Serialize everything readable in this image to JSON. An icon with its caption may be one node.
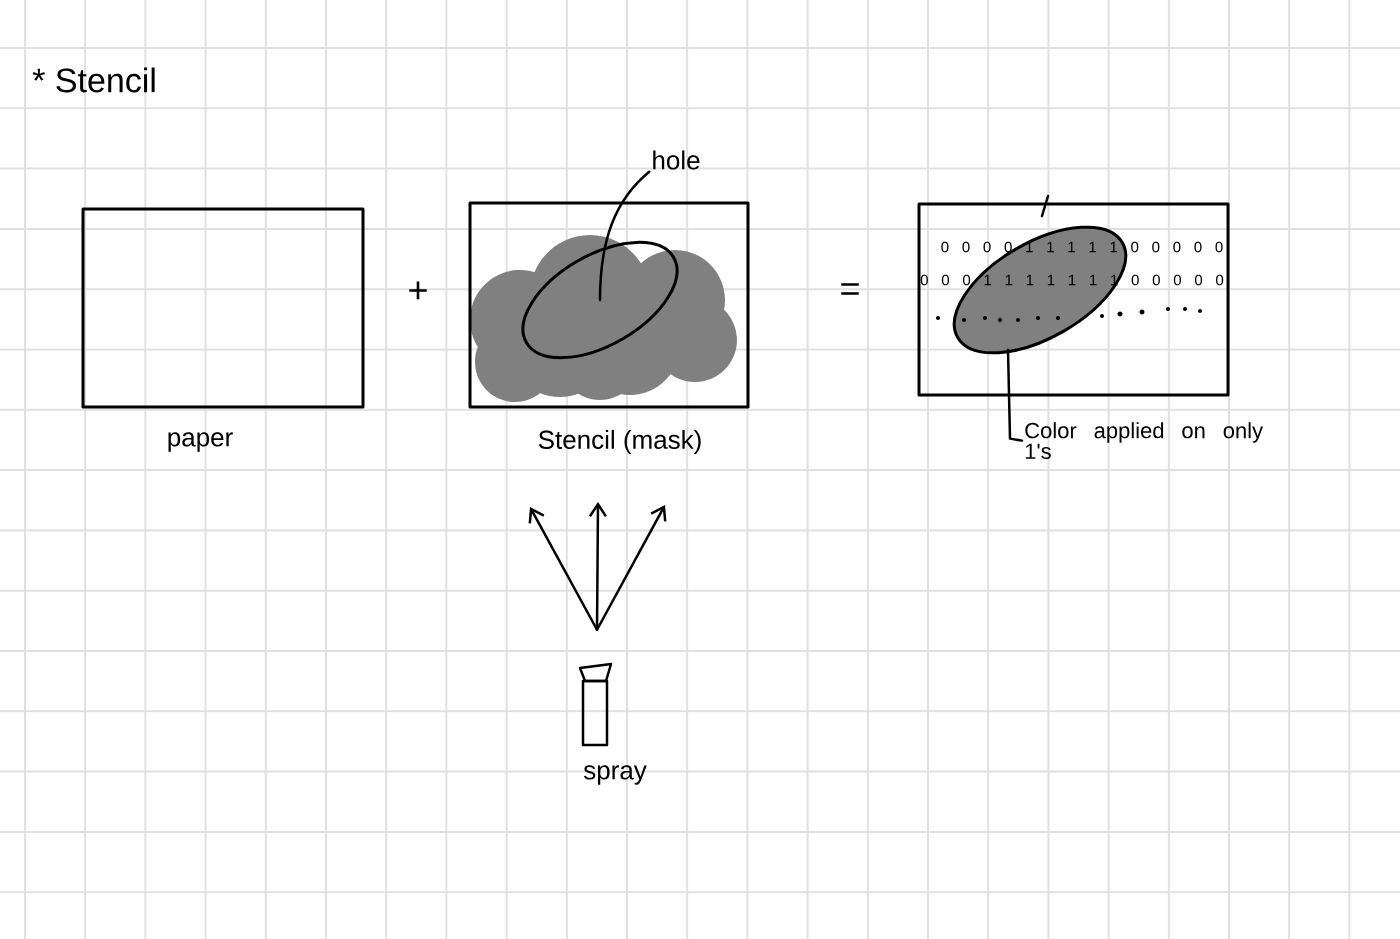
{
  "diagram": {
    "title": "* Stencil",
    "nodes": [
      {
        "text": [
          "paper"
        ]
      },
      {
        "text": [
          "Stencil (mask)"
        ]
      },
      {
        "text": [],
        "shape": "ellipse",
        "in": 1
      },
      {
        "text": [
          "hole"
        ]
      },
      {
        "text": [],
        "shape": "box"
      },
      {
        "text": [],
        "shape": "ellipse",
        "in": 4
      },
      {
        "text": [
          "Color applied on only 1's"
        ]
      },
      {
        "text": [],
        "shape": "can",
        "beside": [
          "spray"
        ]
      }
    ],
    "edges": [
      {
        "from": 3,
        "to": 2,
        "arrow": "none"
      },
      {
        "from": 6,
        "to": 5,
        "arrow": "none"
      },
      {
        "from": 7,
        "to": null,
        "arrow": "to"
      },
      {
        "from": 7,
        "to": null,
        "arrow": "to"
      },
      {
        "from": 7,
        "to": null,
        "arrow": "to"
      }
    ],
    "labels": [
      "+",
      "=",
      "0 0 0 0 1 1 1 1 1 0 0 0 0 0",
      "0 0 0 1 1 1 1 1 1 1 0 0 0 0 0"
    ]
  }
}
